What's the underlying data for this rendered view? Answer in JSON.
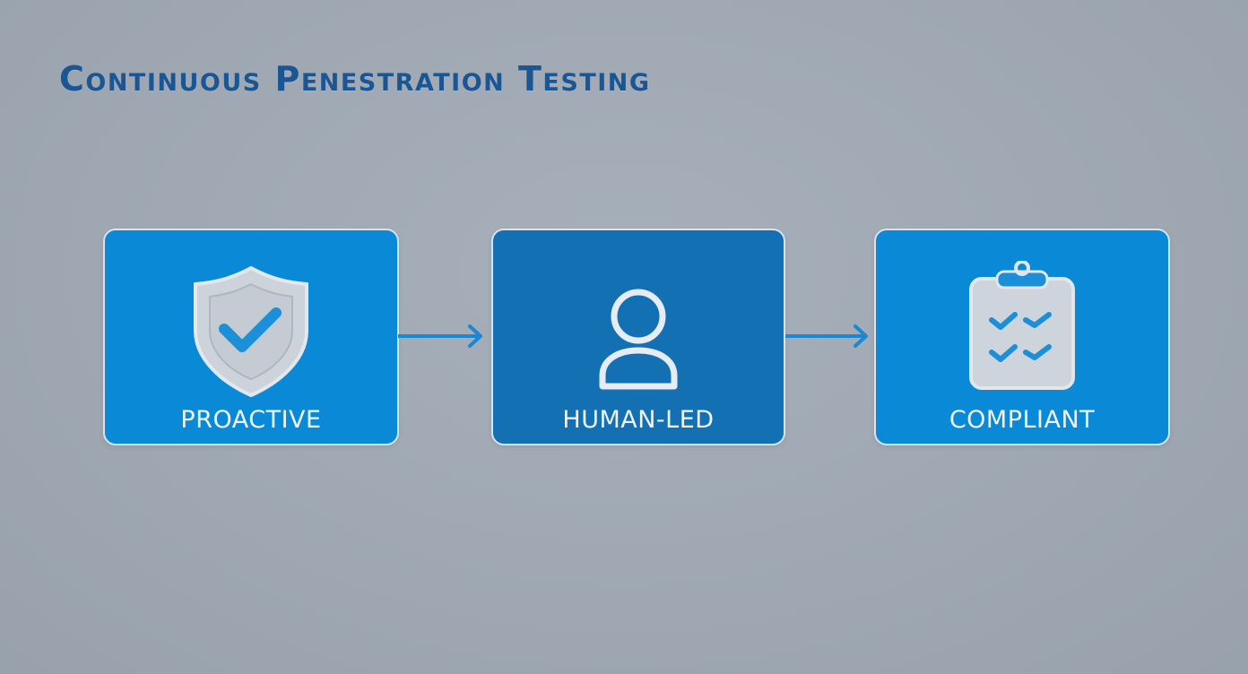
{
  "title": "Continuous Penestration Testing",
  "steps": [
    {
      "label": "PROACTIVE",
      "icon": "shield-check-icon"
    },
    {
      "label": "HUMAN-LED",
      "icon": "user-icon"
    },
    {
      "label": "COMPLIANT",
      "icon": "clipboard-checklist-icon"
    }
  ],
  "colors": {
    "background": "#9ea7b2",
    "title": "#1a5594",
    "card_primary": "#0a8ad6",
    "card_secondary": "#1370b3",
    "card_border": "#d7e4f0",
    "arrow": "#1a88d2",
    "icon_outline": "#d6dde6",
    "check_accent": "#1b8fd8"
  }
}
